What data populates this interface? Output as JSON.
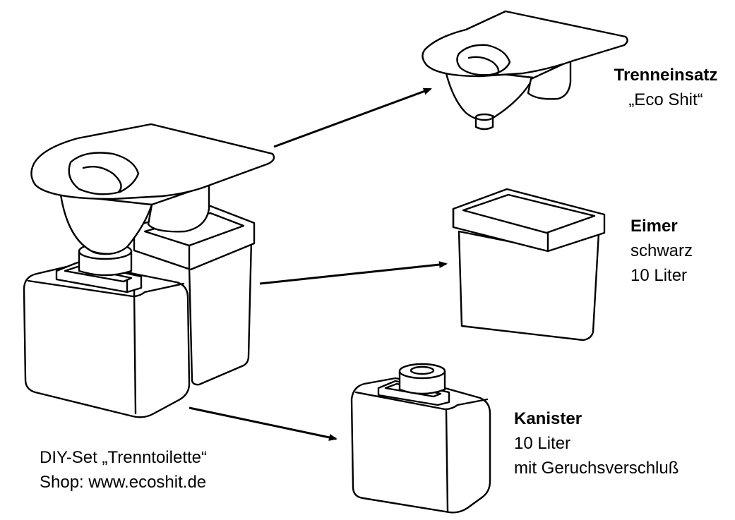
{
  "labels": {
    "separator": {
      "title": "Trenneinsatz",
      "subtitle": "„Eco Shit“"
    },
    "bucket": {
      "title": "Eimer",
      "line1": "schwarz",
      "line2": "10 Liter"
    },
    "canister": {
      "title": "Kanister",
      "line1": "10 Liter",
      "line2": "mit Geruchsverschluß"
    },
    "set": {
      "line1": "DIY-Set „Trenntoilette“",
      "line2": "Shop: www.ecoshit.de"
    }
  },
  "colors": {
    "stroke": "#000000",
    "fill": "#ffffff"
  },
  "icons": [
    "toilet-assembly-drawing",
    "separator-insert-drawing",
    "bucket-drawing",
    "canister-drawing",
    "arrow"
  ]
}
